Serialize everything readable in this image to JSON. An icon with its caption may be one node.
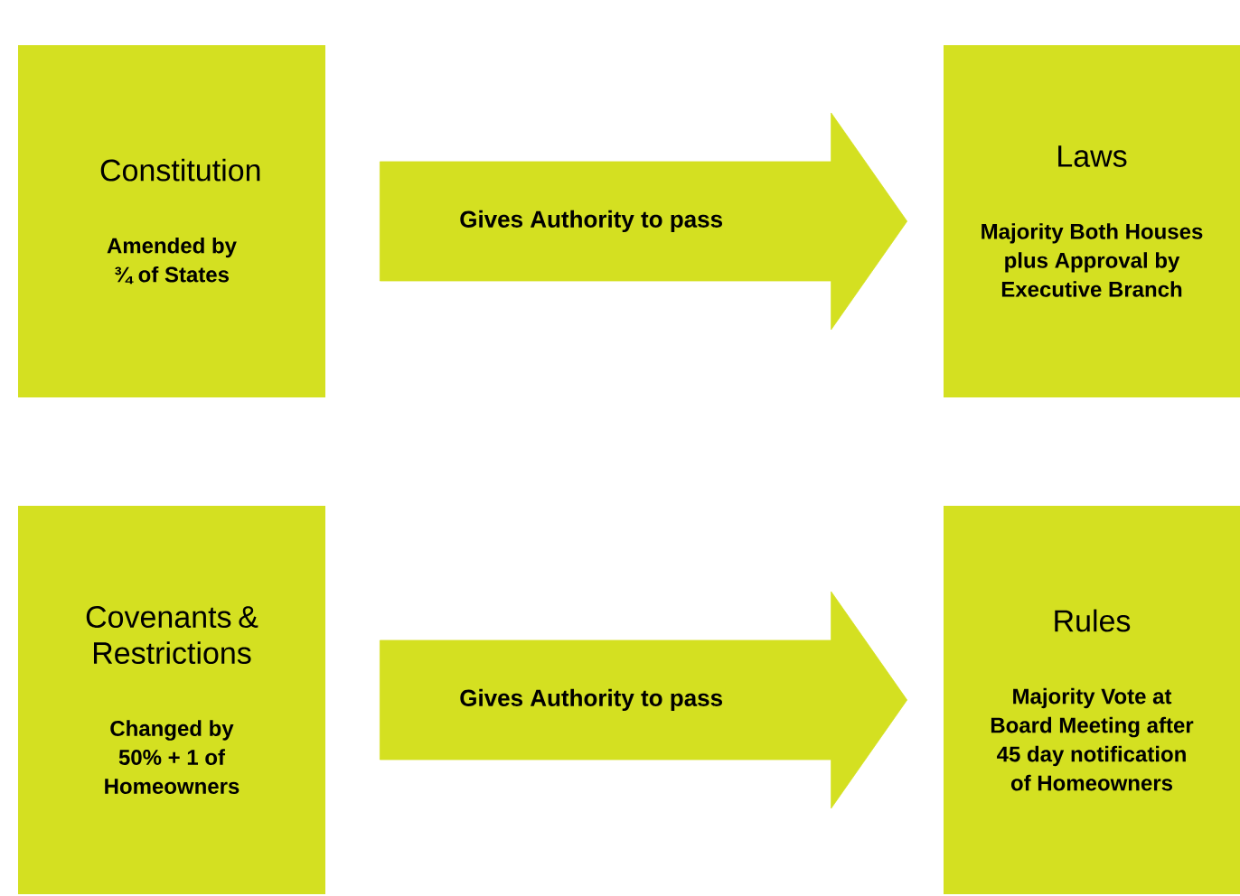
{
  "diagram": {
    "nodes": [
      {
        "text": [
          "Constitution",
          "Amended by ¾ of States"
        ]
      },
      {
        "text": [
          "Laws",
          "Majority Both Houses plus Approval by Executive Branch"
        ]
      },
      {
        "text": [
          "Covenants & Restrictions",
          "Changed by 50% + 1 of Homeowners"
        ]
      },
      {
        "text": [
          "Rules",
          "Majority Vote at Board Meeting after 45 day notification of Homeowners"
        ]
      }
    ],
    "edges": [
      {
        "from": 0,
        "to": 1,
        "arrow": "to",
        "label": "Gives Authority to pass"
      },
      {
        "from": 2,
        "to": 3,
        "arrow": "to",
        "label": "Gives Authority to pass"
      }
    ]
  }
}
